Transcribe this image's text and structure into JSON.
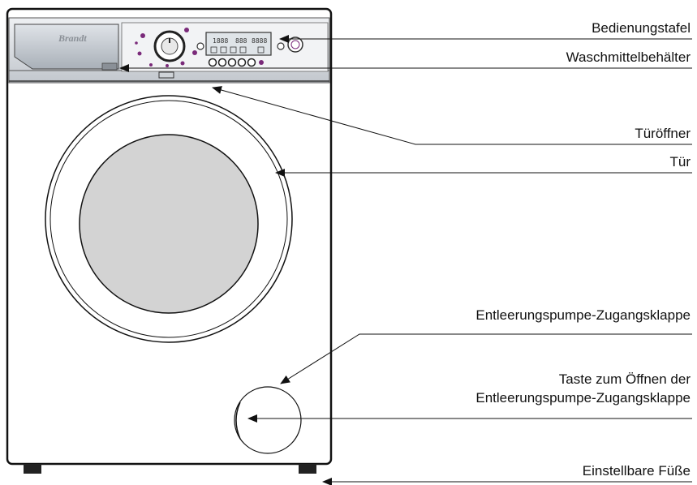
{
  "brand": "Brandt",
  "labels": {
    "control_panel": "Bedienungstafel",
    "detergent_drawer": "Waschmittelbehälter",
    "door_opener": "Türöffner",
    "door": "Tür",
    "pump_flap": "Entleerungspumpe-Zugangsklappe",
    "pump_button_line1": "Taste zum Öffnen der",
    "pump_button_line2": "Entleerungspumpe-Zugangsklappe",
    "feet": "Einstellbare Füße"
  },
  "display": {
    "digits_left": "1888",
    "digits_mid": "888",
    "digits_right": "8888"
  },
  "colors": {
    "accent": "#7a2a7a",
    "panel": "#c9ced4",
    "drum": "#d3d3d3"
  }
}
